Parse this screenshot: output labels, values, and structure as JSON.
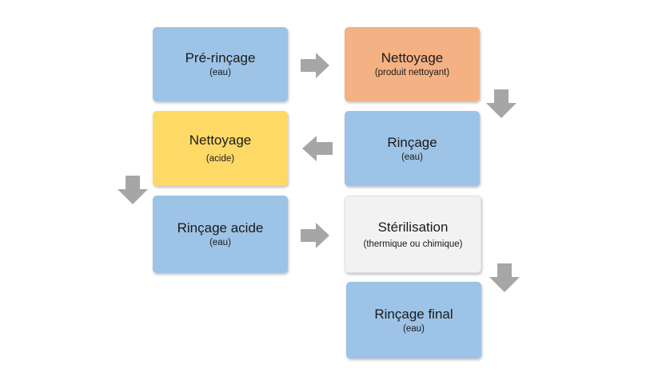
{
  "diagram": {
    "title": "Cycle de nettoyage",
    "steps": [
      {
        "id": "pre-rincage",
        "title": "Pré-rinçage",
        "sub": "(eau)",
        "color": "#9dc3e6"
      },
      {
        "id": "nettoyage-produit",
        "title": "Nettoyage",
        "sub": "(produit nettoyant)",
        "color": "#f4b183"
      },
      {
        "id": "rincage",
        "title": "Rinçage",
        "sub": "(eau)",
        "color": "#9dc3e6"
      },
      {
        "id": "nettoyage-acide",
        "title": "Nettoyage",
        "sub": "(acide)",
        "color": "#ffd966"
      },
      {
        "id": "rincage-acide",
        "title": "Rinçage acide",
        "sub": "(eau)",
        "color": "#9dc3e6"
      },
      {
        "id": "sterilisation",
        "title": "Stérilisation",
        "sub": "(thermique ou chimique)",
        "color": "#f2f2f2"
      },
      {
        "id": "rincage-final",
        "title": "Rinçage final",
        "sub": "(eau)",
        "color": "#9dc3e6"
      }
    ],
    "arrow_color": "#a6a6a6"
  }
}
